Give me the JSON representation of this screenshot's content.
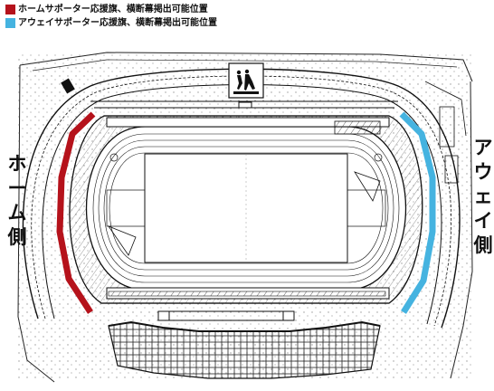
{
  "legend": {
    "home": {
      "text": "ホームサポーター応援旗、横断幕掲出可能位置",
      "color": "#b5121b"
    },
    "away": {
      "text": "アウェイサポーター応援旗、横断幕掲出可能位置",
      "color": "#45b3e0"
    }
  },
  "labels": {
    "home_side": [
      "ホ",
      "ー",
      "ム",
      "側"
    ],
    "away_side": [
      "ア",
      "ウ",
      "ェ",
      "イ",
      "側"
    ]
  },
  "map": {
    "icons": [
      "runners-statue-icon"
    ]
  }
}
